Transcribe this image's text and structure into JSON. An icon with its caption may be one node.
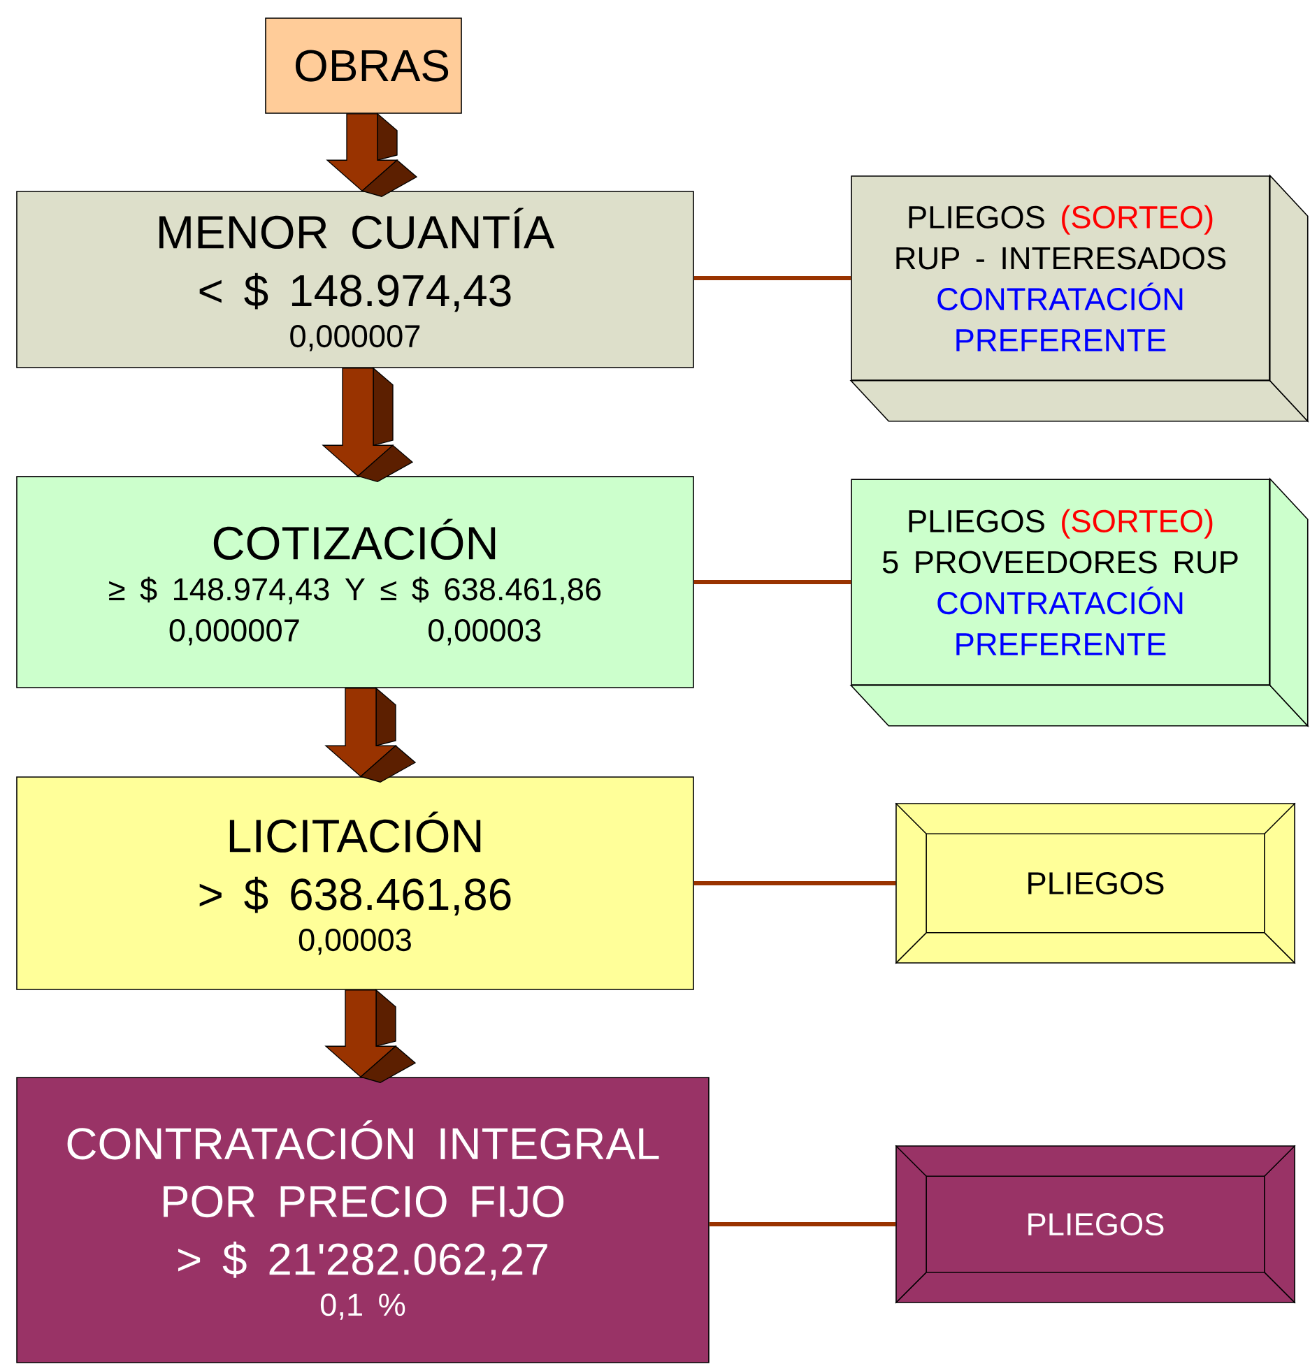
{
  "diagram": {
    "nodes": [
      {
        "text": [
          "OBRAS"
        ]
      },
      {
        "text": [
          "MENOR CUANTÍA",
          "< $ 148.974,43",
          "0,000007"
        ]
      },
      {
        "text": [
          "PLIEGOS",
          "(SORTEO)",
          "RUP - INTERESADOS",
          "CONTRATACIÓN PREFERENTE"
        ]
      },
      {
        "text": [
          "COTIZACIÓN",
          "≥ $ 148.974,43 Y ≤ $ 638.461,86",
          "0,000007",
          "0,00003"
        ]
      },
      {
        "text": [
          "PLIEGOS",
          "(SORTEO)",
          "5 PROVEEDORES RUP",
          "CONTRATACIÓN PREFERENTE"
        ]
      },
      {
        "text": [
          "LICITACIÓN",
          "> $ 638.461,86",
          "0,00003"
        ]
      },
      {
        "text": [
          "PLIEGOS"
        ]
      },
      {
        "text": [
          "CONTRATACIÓN INTEGRAL POR PRECIO FIJO",
          "> $ 21'282.062,27",
          "0,1 %"
        ]
      },
      {
        "text": [
          "PLIEGOS"
        ]
      }
    ],
    "edges": [
      {
        "from": 0,
        "to": 1,
        "arrow": "to",
        "style": "thick"
      },
      {
        "from": 1,
        "to": 3,
        "arrow": "to",
        "style": "thick"
      },
      {
        "from": 3,
        "to": 5,
        "arrow": "to",
        "style": "thick"
      },
      {
        "from": 5,
        "to": 7,
        "arrow": "to",
        "style": "thick"
      },
      {
        "from": 1,
        "to": 2,
        "arrow": "none"
      },
      {
        "from": 3,
        "to": 4,
        "arrow": "none"
      },
      {
        "from": 5,
        "to": 6,
        "arrow": "none"
      },
      {
        "from": 7,
        "to": 8,
        "arrow": "none"
      }
    ]
  }
}
